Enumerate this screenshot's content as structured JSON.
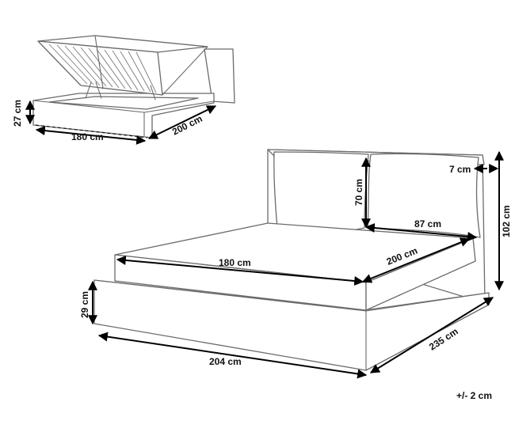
{
  "dimensions": {
    "storage_height": "27 cm",
    "storage_width": "180 cm",
    "storage_length": "200 cm",
    "headboard_thickness": "7 cm",
    "cushion_height": "70 cm",
    "cushion_width": "87 cm",
    "total_height": "102 cm",
    "mattress_width": "180 cm",
    "mattress_length": "200 cm",
    "base_height": "29 cm",
    "total_width": "204 cm",
    "total_length": "235 cm"
  },
  "tolerance": "+/- 2 cm"
}
